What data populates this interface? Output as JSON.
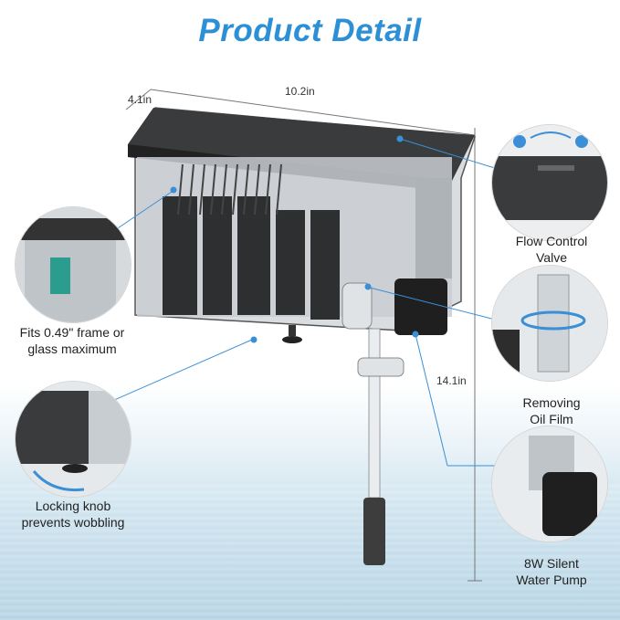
{
  "title": "Product Detail",
  "dimensions": {
    "depth": "4.1in",
    "width": "10.2in",
    "height": "14.1in"
  },
  "features": {
    "flow_control": "Flow Control\nValve",
    "oil_film": "Removing\nOil Film",
    "pump": "8W Silent\nWater Pump",
    "frame": "Fits 0.49\" frame or\nglass maximum",
    "knob": "Locking knob\nprevents wobbling"
  },
  "colors": {
    "title": "#2d8fd6",
    "accent": "#3a8fd6",
    "body": "#2b2b2b"
  }
}
